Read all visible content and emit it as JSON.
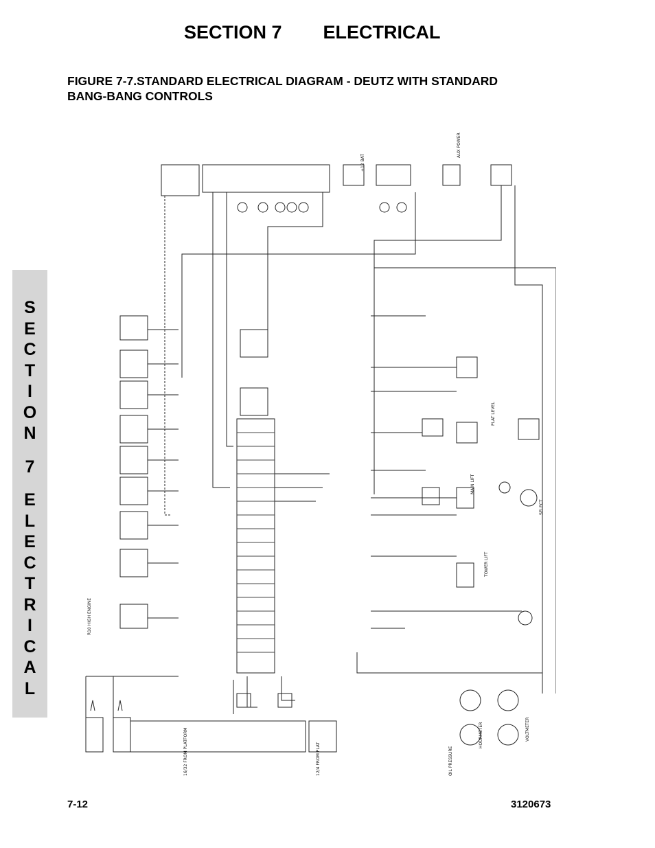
{
  "header": {
    "section": "SECTION 7",
    "section_name": "ELECTRICAL"
  },
  "figure": {
    "line1": "FIGURE 7-7.STANDARD ELECTRICAL DIAGRAM - DEUTZ WITH STANDARD",
    "line2": "BANG-BANG CONTROLS"
  },
  "side_tab": [
    "S",
    "E",
    "C",
    "T",
    "I",
    "O",
    "N",
    "",
    "7",
    "",
    "E",
    "L",
    "E",
    "C",
    "T",
    "R",
    "I",
    "C",
    "A",
    "L"
  ],
  "footer": {
    "page_number": "7-12",
    "doc_number": "3120673"
  }
}
